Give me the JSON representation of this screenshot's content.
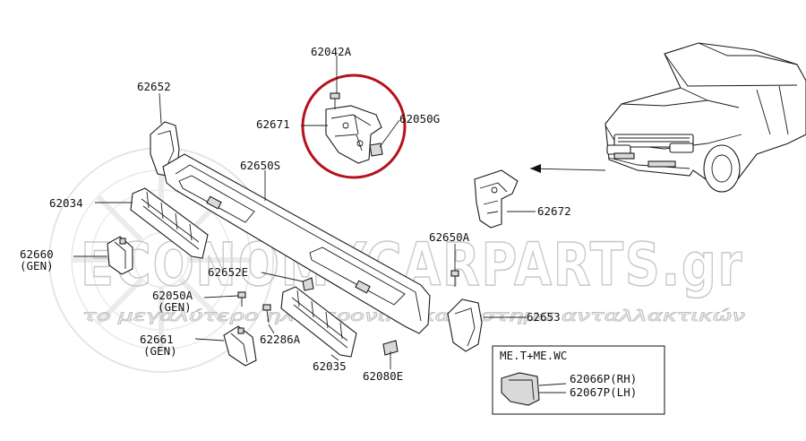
{
  "watermark": {
    "brand": "ECONOMYCARPARTS.gr",
    "tagline": "το μεγαλύτερο ηλεκτρονικό κατάστημα ανταλλακτικών"
  },
  "labels": {
    "p62042A": "62042A",
    "p62671": "62671",
    "p62050G": "62050G",
    "p62652": "62652",
    "p62650S": "62650S",
    "p62034": "62034",
    "p62660": "62660",
    "p62660_gen": "(GEN)",
    "p62652E": "62652E",
    "p62050A": "62050A",
    "p62050A_gen": "(GEN)",
    "p62661": "62661",
    "p62661_gen": "(GEN)",
    "p62286A": "62286A",
    "p62035": "62035",
    "p62080E": "62080E",
    "p62650A": "62650A",
    "p62653": "62653",
    "p62672": "62672"
  },
  "inset": {
    "title": "ME.T+ME.WC",
    "part_rh": "62066P(RH)",
    "part_lh": "62067P(LH)"
  },
  "highlight_color": "#b5121b"
}
